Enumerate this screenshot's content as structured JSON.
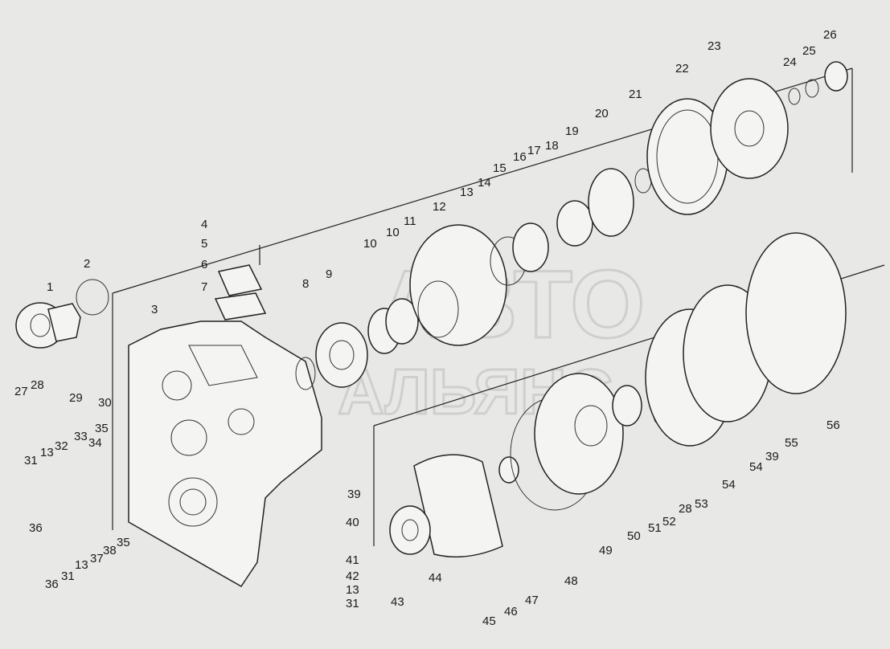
{
  "diagram": {
    "watermark": {
      "line1": "АВТО",
      "line2": "АЛЬЯНС"
    },
    "labels": [
      "1",
      "2",
      "3",
      "4",
      "5",
      "6",
      "7",
      "8",
      "9",
      "10",
      "10",
      "11",
      "12",
      "13",
      "14",
      "15",
      "16",
      "17",
      "18",
      "19",
      "20",
      "21",
      "22",
      "23",
      "24",
      "25",
      "26",
      "27",
      "28",
      "29",
      "30",
      "32",
      "35",
      "33",
      "34",
      "31",
      "13",
      "36",
      "13",
      "37",
      "38",
      "35",
      "36",
      "31",
      "39",
      "40",
      "41",
      "42",
      "13",
      "31",
      "43",
      "44",
      "45",
      "46",
      "47",
      "48",
      "49",
      "50",
      "51",
      "52",
      "28",
      "53",
      "54",
      "54",
      "39",
      "55",
      "56"
    ]
  }
}
